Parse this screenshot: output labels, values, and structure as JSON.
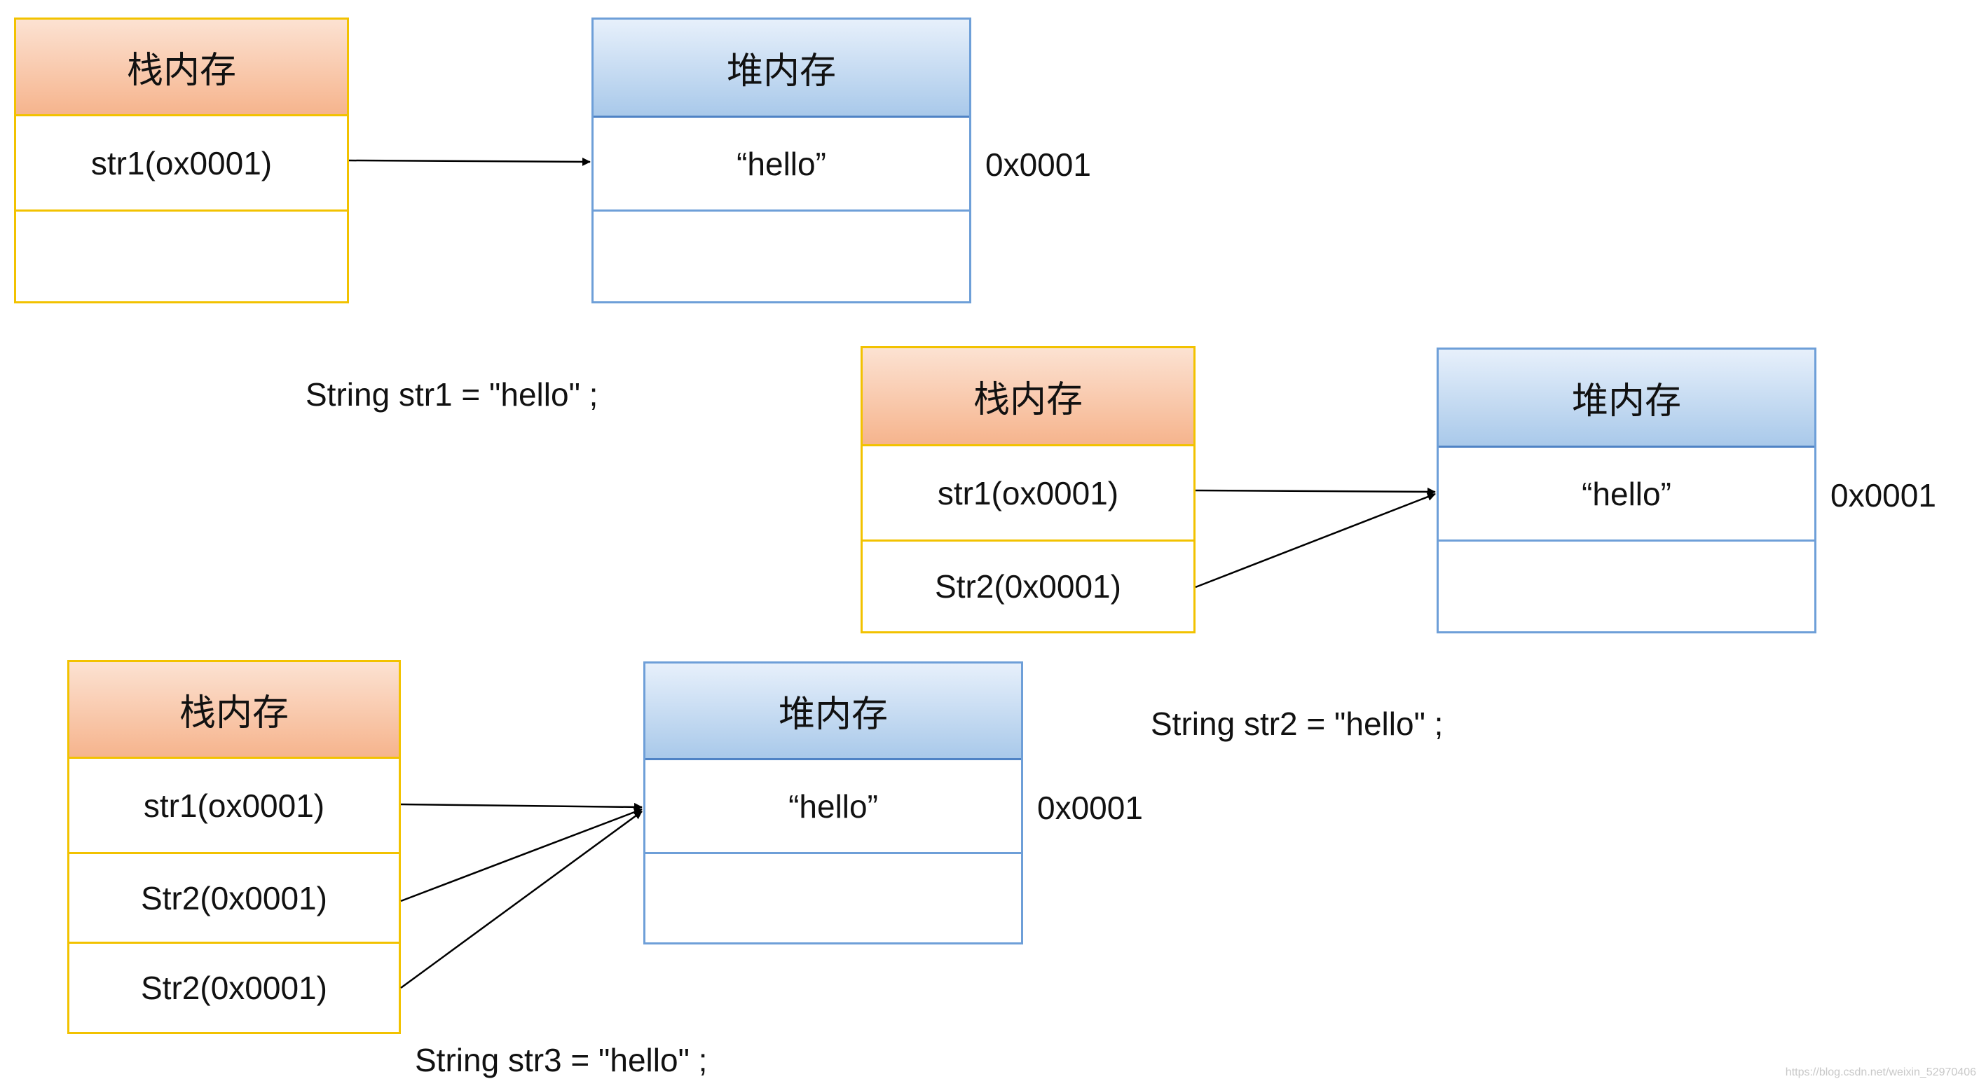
{
  "stack_title": "栈内存",
  "heap_title": "堆内存",
  "panel1": {
    "stack_rows": [
      "str1(ox0001)",
      ""
    ],
    "heap_rows": [
      "“hello”",
      ""
    ],
    "address": "0x0001",
    "code": "String str1 = \"hello\" ;"
  },
  "panel2": {
    "stack_rows": [
      "str1(ox0001)",
      "Str2(0x0001)"
    ],
    "heap_rows": [
      "“hello”",
      ""
    ],
    "address": "0x0001",
    "code": "String str2 = \"hello\" ;"
  },
  "panel3": {
    "stack_rows": [
      "str1(ox0001)",
      "Str2(0x0001)",
      "Str2(0x0001)"
    ],
    "heap_rows": [
      "“hello”",
      ""
    ],
    "address": "0x0001",
    "code": "String str3 = \"hello\" ;"
  },
  "watermark": "https://blog.csdn.net/weixin_52970406"
}
